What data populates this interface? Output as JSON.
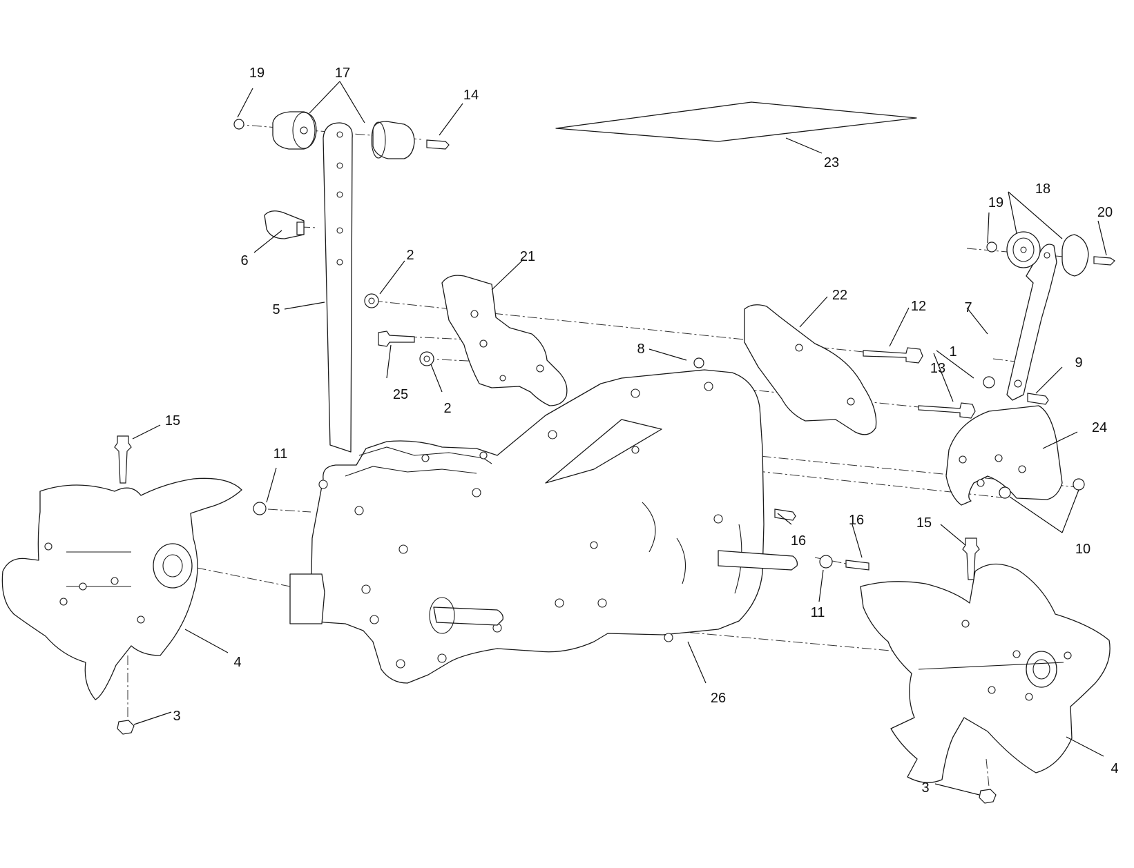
{
  "callouts": [
    {
      "id": "c1",
      "text": "1"
    },
    {
      "id": "c2a",
      "text": "2"
    },
    {
      "id": "c2b",
      "text": "2"
    },
    {
      "id": "c3a",
      "text": "3"
    },
    {
      "id": "c3b",
      "text": "3"
    },
    {
      "id": "c4a",
      "text": "4"
    },
    {
      "id": "c4b",
      "text": "4"
    },
    {
      "id": "c5",
      "text": "5"
    },
    {
      "id": "c6",
      "text": "6"
    },
    {
      "id": "c7",
      "text": "7"
    },
    {
      "id": "c8",
      "text": "8"
    },
    {
      "id": "c9",
      "text": "9"
    },
    {
      "id": "c10",
      "text": "10"
    },
    {
      "id": "c11a",
      "text": "11"
    },
    {
      "id": "c11b",
      "text": "11"
    },
    {
      "id": "c12",
      "text": "12"
    },
    {
      "id": "c13",
      "text": "13"
    },
    {
      "id": "c14",
      "text": "14"
    },
    {
      "id": "c15a",
      "text": "15"
    },
    {
      "id": "c15b",
      "text": "15"
    },
    {
      "id": "c16a",
      "text": "16"
    },
    {
      "id": "c16b",
      "text": "16"
    },
    {
      "id": "c17",
      "text": "17"
    },
    {
      "id": "c18",
      "text": "18"
    },
    {
      "id": "c19a",
      "text": "19"
    },
    {
      "id": "c19b",
      "text": "19"
    },
    {
      "id": "c20",
      "text": "20"
    },
    {
      "id": "c21",
      "text": "21"
    },
    {
      "id": "c22",
      "text": "22"
    },
    {
      "id": "c23",
      "text": "23"
    },
    {
      "id": "c24",
      "text": "24"
    },
    {
      "id": "c25",
      "text": "25"
    },
    {
      "id": "c26",
      "text": "26"
    }
  ]
}
